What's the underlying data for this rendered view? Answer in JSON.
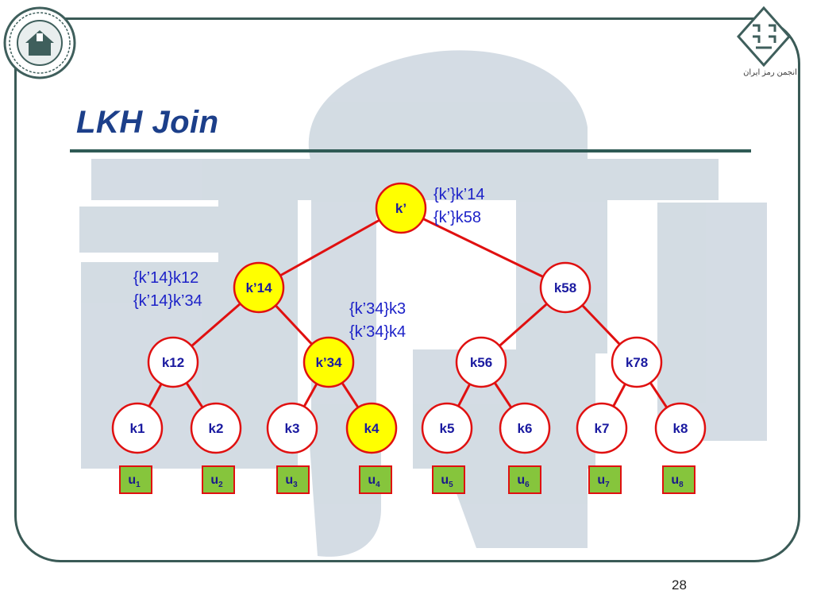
{
  "slide": {
    "title": "LKH Join",
    "page_number": "28",
    "logo_right_caption": "انجمن رمز ایران"
  },
  "colors": {
    "node_fill": "#ffffff",
    "node_fill_highlight": "#ffff00",
    "node_stroke": "#e01010",
    "node_text": "#1a1aa0",
    "edge": "#e01010",
    "user_fill": "#86c53c",
    "user_stroke": "#e01010",
    "title": "#1c3f8a",
    "frame": "#3a5a56",
    "annotation": "#1d22c8"
  },
  "tree": {
    "nodes": [
      {
        "id": "root",
        "label": "k’",
        "highlight": true
      },
      {
        "id": "k14",
        "label": "k’14",
        "highlight": true
      },
      {
        "id": "k58",
        "label": "k58",
        "highlight": false
      },
      {
        "id": "k12",
        "label": "k12",
        "highlight": false
      },
      {
        "id": "k34",
        "label": "k’34",
        "highlight": true
      },
      {
        "id": "k56",
        "label": "k56",
        "highlight": false
      },
      {
        "id": "k78",
        "label": "k78",
        "highlight": false
      },
      {
        "id": "k1",
        "label": "k1",
        "highlight": false
      },
      {
        "id": "k2",
        "label": "k2",
        "highlight": false
      },
      {
        "id": "k3",
        "label": "k3",
        "highlight": false
      },
      {
        "id": "k4",
        "label": "k4",
        "highlight": true
      },
      {
        "id": "k5",
        "label": "k5",
        "highlight": false
      },
      {
        "id": "k6",
        "label": "k6",
        "highlight": false
      },
      {
        "id": "k7",
        "label": "k7",
        "highlight": false
      },
      {
        "id": "k8",
        "label": "k8",
        "highlight": false
      }
    ],
    "edges": [
      [
        "root",
        "k14"
      ],
      [
        "root",
        "k58"
      ],
      [
        "k14",
        "k12"
      ],
      [
        "k14",
        "k34"
      ],
      [
        "k58",
        "k56"
      ],
      [
        "k58",
        "k78"
      ],
      [
        "k12",
        "k1"
      ],
      [
        "k12",
        "k2"
      ],
      [
        "k34",
        "k3"
      ],
      [
        "k34",
        "k4"
      ],
      [
        "k56",
        "k5"
      ],
      [
        "k56",
        "k6"
      ],
      [
        "k78",
        "k7"
      ],
      [
        "k78",
        "k8"
      ]
    ],
    "users": [
      {
        "base": "u",
        "sub": "1"
      },
      {
        "base": "u",
        "sub": "2"
      },
      {
        "base": "u",
        "sub": "3"
      },
      {
        "base": "u",
        "sub": "4"
      },
      {
        "base": "u",
        "sub": "5"
      },
      {
        "base": "u",
        "sub": "6"
      },
      {
        "base": "u",
        "sub": "7"
      },
      {
        "base": "u",
        "sub": "8"
      }
    ]
  },
  "annotations": {
    "root": [
      "{k’}k’14",
      "{k’}k58"
    ],
    "k14": [
      "{k’14}k12",
      "{k’14}k’34"
    ],
    "k34": [
      "{k’34}k3",
      "{k’34}k4"
    ]
  }
}
